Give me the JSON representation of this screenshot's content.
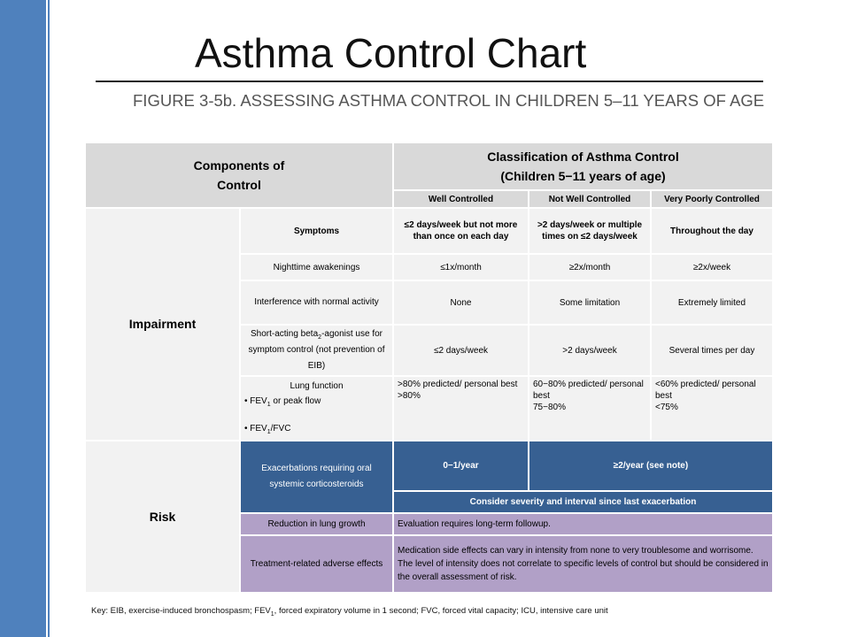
{
  "title": "Asthma Control Chart",
  "subtitle": "FIGURE 3-5b. ASSESSING ASTHMA CONTROL IN CHILDREN 5–11 YEARS OF AGE",
  "colors": {
    "accent_blue": "#4f81bd",
    "header_gray": "#d9d9d9",
    "row_light": "#f2f2f2",
    "dark_blue": "#376092",
    "lavender": "#b1a0c7"
  },
  "table": {
    "header": {
      "components_line1": "Components of",
      "components_line2": "Control",
      "classification_line1": "Classification of Asthma Control",
      "classification_line2": "(Children 5−11 years of age)",
      "columns": [
        "Well Controlled",
        "Not Well Controlled",
        "Very Poorly Controlled"
      ]
    },
    "impairment": {
      "label": "Impairment",
      "symptoms": {
        "label": "Symptoms",
        "well": "≤2 days/week but not more than once on each day",
        "not_well": ">2 days/week or multiple times on ≤2 days/week",
        "very_poorly": "Throughout the day"
      },
      "nighttime": {
        "label": "Nighttime awakenings",
        "well": "≤1x/month",
        "not_well": "≥2x/month",
        "very_poorly": "≥2x/week"
      },
      "interference": {
        "label": "Interference with normal activity",
        "well": "None",
        "not_well": "Some limitation",
        "very_poorly": "Extremely limited"
      },
      "saba": {
        "label_pre": "Short-acting beta",
        "label_sub": "2",
        "label_post": "-agonist use for symptom control (not prevention of EIB)",
        "well": "≤2 days/week",
        "not_well": ">2 days/week",
        "very_poorly": "Several times per day"
      },
      "lung": {
        "label": "Lung function",
        "bullet1_pre": "• FEV",
        "bullet1_sub": "1",
        "bullet1_post": " or peak flow",
        "bullet2_pre": "• FEV",
        "bullet2_sub": "1",
        "bullet2_post": "/FVC",
        "well_1": ">80% predicted/ personal best",
        "well_2": ">80%",
        "not_well_1": "60−80% predicted/ personal best",
        "not_well_2": "75−80%",
        "very_poorly_1": "<60% predicted/ personal best",
        "very_poorly_2": "<75%"
      }
    },
    "risk": {
      "label": "Risk",
      "exacerbations": {
        "label": "Exacerbations requiring oral systemic corticosteroids",
        "well": "0−1/year",
        "not_well": "≥2/year (see note)",
        "consider": "Consider severity and interval since last exacerbation"
      },
      "lung_growth": {
        "label": "Reduction in lung growth",
        "value": "Evaluation requires long-term followup."
      },
      "adverse": {
        "label": "Treatment-related adverse effects",
        "value": "Medication side effects can vary in intensity from none to very troublesome and worrisome. The level of intensity does not correlate to specific levels of control but should be considered in the overall assessment of risk."
      }
    }
  },
  "key": {
    "pre": "Key: EIB, exercise-induced bronchospasm; FEV",
    "sub": "1",
    "post": ", forced expiratory volume in 1 second; FVC, forced vital capacity; ICU, intensive care unit"
  }
}
